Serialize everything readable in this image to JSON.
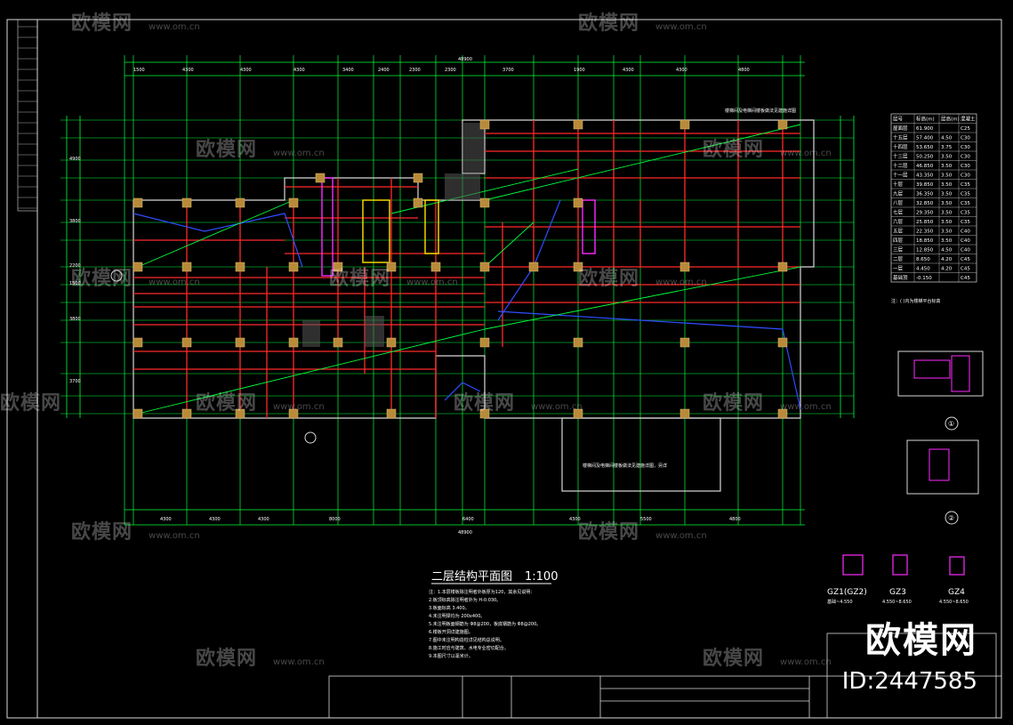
{
  "drawing": {
    "title": "二层结构平面图",
    "scale": "1:100",
    "overall_dim": "48900",
    "top_dims": [
      "1500",
      "4300",
      "4300",
      "4300",
      "3400",
      "2400",
      "2300",
      "2300",
      "3700",
      "1900",
      "4300",
      "4300",
      "4800"
    ],
    "bottom_dims": [
      "4300",
      "4300",
      "4300",
      "8000",
      "6400",
      "4300",
      "5500",
      "4800"
    ],
    "left_dims": [
      "4900",
      "3800",
      "2200",
      "1500",
      "3800",
      "3700"
    ],
    "notes": [
      "注：1.本层楼板除注明者外板厚为120，其余见说明：",
      "2.板顶标高除注明者外为 H-0.030。",
      "3.板面标高 3.400。",
      "4.未注明梁均为 200x400。",
      "5.未注明板面钢筋为 Φ8@200，板底钢筋为 Φ8@200。",
      "6.楼板开洞详建施图。",
      "7.图中未注明构造柱详见结构总说明。",
      "8.施工时应与建筑、水电专业密切配合。",
      "9.本图尺寸以毫米计。"
    ],
    "detail_labels": [
      "①",
      "②"
    ],
    "column_labels": [
      "GZ1(GZ2)",
      "GZ3",
      "GZ4"
    ],
    "column_elev": [
      "基础~4.550",
      "4.550~8.650",
      "4.550~8.650"
    ],
    "annotation_top": "楼梯间及电梯间楼板做法见建施详图",
    "box_text": "楼梯间及电梯间楼板做法见建施详图，另详",
    "legend_note": "注：( )内为楼梯平台标高",
    "floor_table": {
      "header": [
        "层号",
        "标高(m)",
        "层高(m)",
        "混凝土"
      ],
      "rows": [
        [
          "屋面层",
          "61.900",
          "",
          "C25"
        ],
        [
          "十五层",
          "57.400",
          "4.50",
          "C30"
        ],
        [
          "十四层",
          "53.650",
          "3.75",
          "C30"
        ],
        [
          "十三层",
          "50.250",
          "3.50",
          "C30"
        ],
        [
          "十二层",
          "46.850",
          "3.50",
          "C30"
        ],
        [
          "十一层",
          "43.350",
          "3.50",
          "C30"
        ],
        [
          "十层",
          "39.850",
          "3.50",
          "C35"
        ],
        [
          "九层",
          "36.350",
          "3.50",
          "C35"
        ],
        [
          "八层",
          "32.850",
          "3.50",
          "C35"
        ],
        [
          "七层",
          "29.350",
          "3.50",
          "C35"
        ],
        [
          "六层",
          "25.850",
          "3.50",
          "C35"
        ],
        [
          "五层",
          "22.350",
          "3.50",
          "C40"
        ],
        [
          "四层",
          "18.850",
          "3.50",
          "C40"
        ],
        [
          "三层",
          "12.850",
          "4.50",
          "C40"
        ],
        [
          "二层",
          "8.650",
          "4.20",
          "C45"
        ],
        [
          "一层",
          "4.450",
          "4.20",
          "C45"
        ],
        [
          "基础顶",
          "-0.150",
          "",
          "C45"
        ]
      ]
    }
  },
  "watermark": {
    "text": "欧模网",
    "url": "www.om.cn",
    "brand": "欧模网",
    "id": "ID:2447585"
  },
  "colors": {
    "background": "#000000",
    "grid_green": "#00ff3c",
    "beam_red": "#ff2a2a",
    "wall_white": "#d8d8d8",
    "blue": "#2f4dff",
    "yellow": "#ffe400",
    "magenta": "#ff2aff",
    "column": "#b88a3a",
    "cyan": "#00e5ff"
  }
}
